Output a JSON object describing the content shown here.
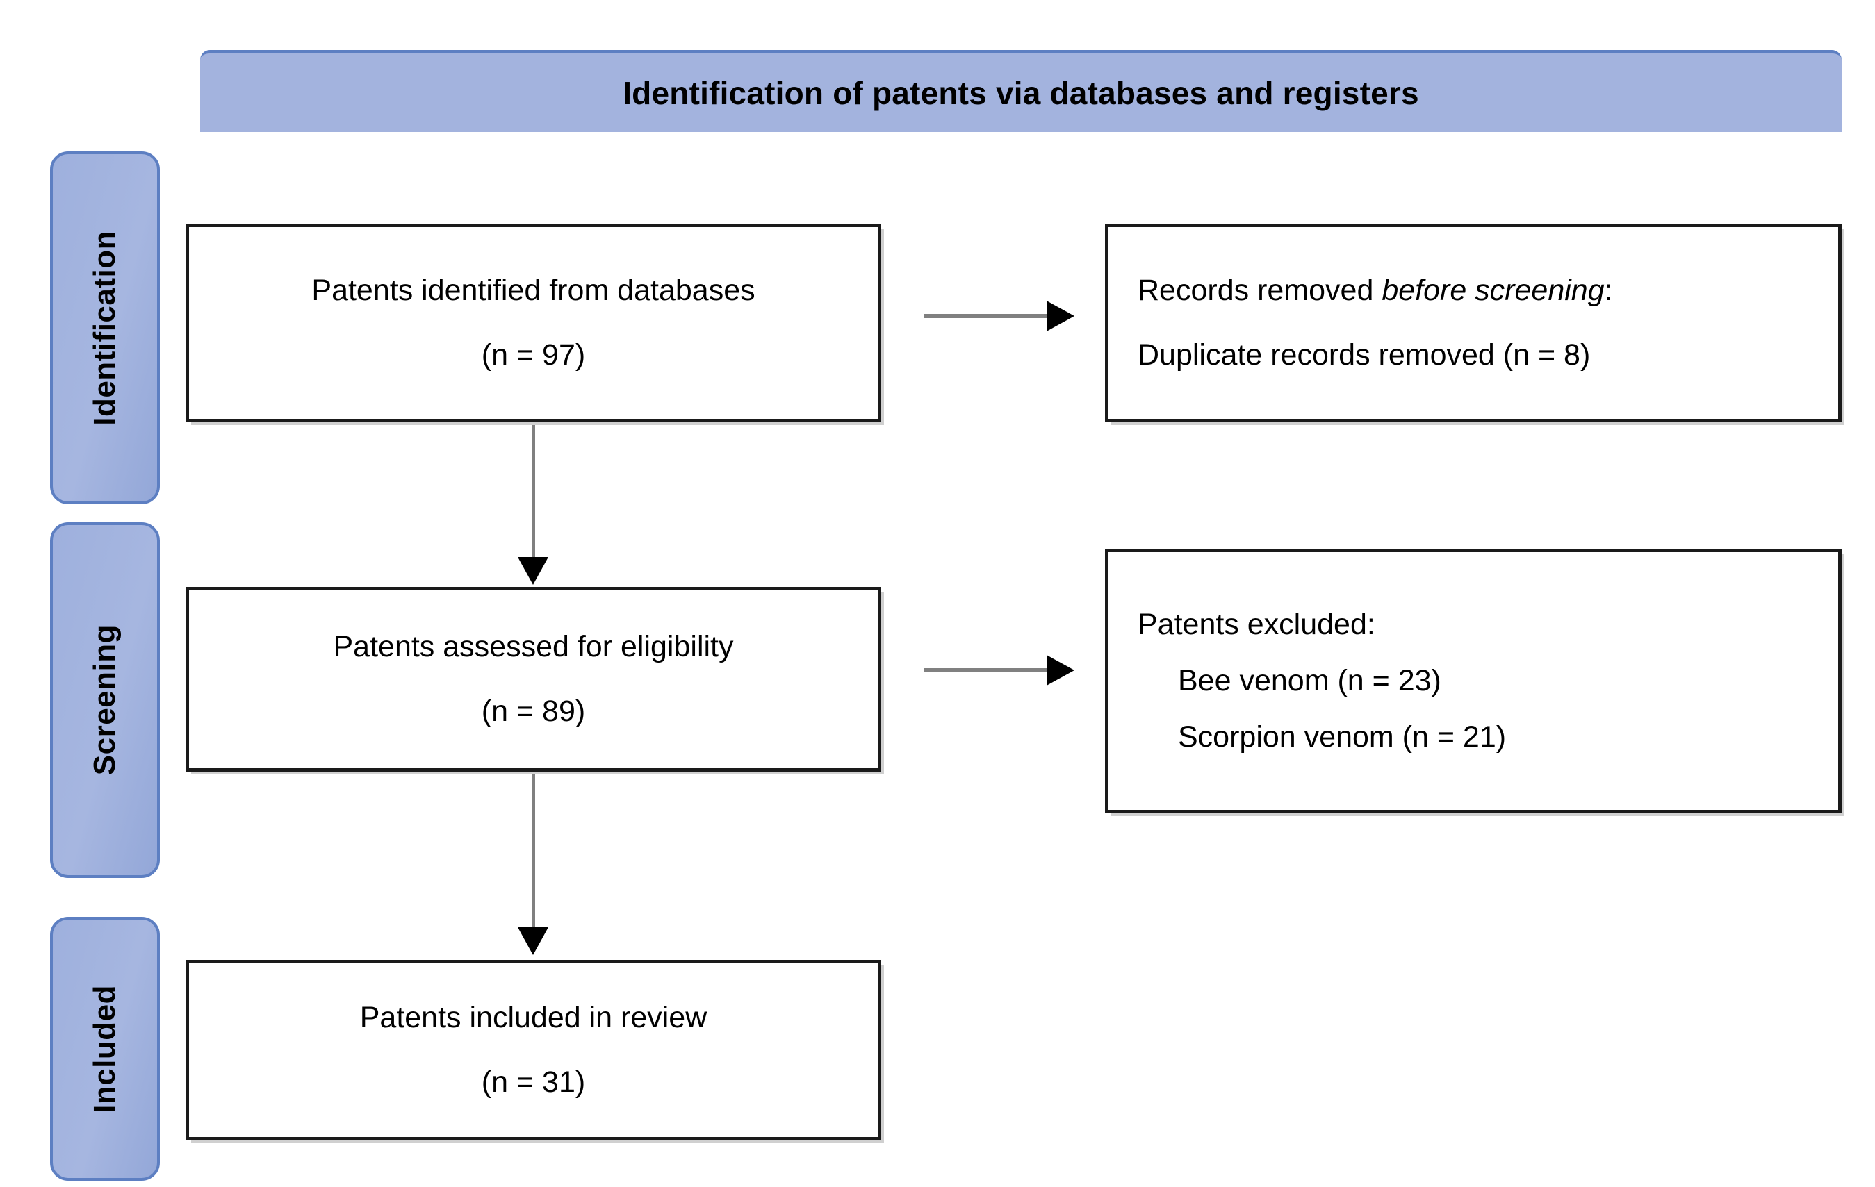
{
  "diagram": {
    "title": "Identification of patents via databases and registers",
    "stages": [
      {
        "id": "identification",
        "label": "Identification"
      },
      {
        "id": "screening",
        "label": "Screening"
      },
      {
        "id": "included",
        "label": "Included"
      }
    ],
    "boxes": {
      "identified": {
        "line1": "Patents identified from databases",
        "line2": "(n = 97)"
      },
      "removed": {
        "line1_prefix": "Records removed ",
        "line1_italic": "before screening",
        "line1_suffix": ":",
        "line2": "Duplicate records removed (n = 8)"
      },
      "assessed": {
        "line1": "Patents assessed for eligibility",
        "line2": "(n = 89)"
      },
      "excluded": {
        "line1": "Patents excluded:",
        "line2": "Bee venom (n = 23)",
        "line3": "Scorpion venom (n = 21)"
      },
      "included": {
        "line1": "Patents included in review",
        "line2": "(n = 31)"
      }
    },
    "colors": {
      "banner_fill": "#a3b3de",
      "banner_border": "#5d7fc2",
      "stage_fill": "#9eb0dd",
      "stage_border": "#5d7fc2",
      "box_border": "#1a1a1a",
      "arrow_shaft": "#808080",
      "arrow_head": "#000000"
    }
  }
}
